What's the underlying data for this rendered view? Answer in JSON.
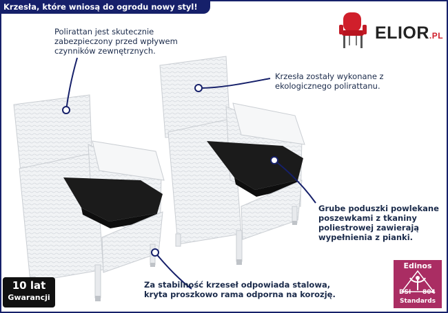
{
  "header": {
    "title": "Krzesła, które wniosą do ogrodu nowy styl!"
  },
  "brand": {
    "name": "ELIOR",
    "suffix": ".PL"
  },
  "callouts": {
    "material": [
      "Polirattan jest skutecznie",
      "zabezpieczony przed wpływem",
      "czynników zewnętrznych."
    ],
    "eco": [
      "Krzesła zostały wykonane z",
      "ekologicznego polirattanu."
    ],
    "cushions": [
      "Grube poduszki powlekane",
      "poszewkami z tkaniny",
      "poliestrowej zawierają",
      "wypełnienia z pianki."
    ],
    "frame": [
      "Za stabilność krzeseł odpowiada stalowa,",
      "kryta proszkowo rama odporna na korozję."
    ]
  },
  "warranty": {
    "years": "10 lat",
    "label": "Gwarancji"
  },
  "edinos": {
    "name": "Edinos",
    "code_left": "DSI",
    "code_right": "804",
    "standards": "Standards"
  },
  "colors": {
    "navy": "#16206a",
    "brand_red": "#d01f2b",
    "edinos": "#aa2d63",
    "wicker": "#eef0f2",
    "cushion": "#1b1b1b"
  }
}
